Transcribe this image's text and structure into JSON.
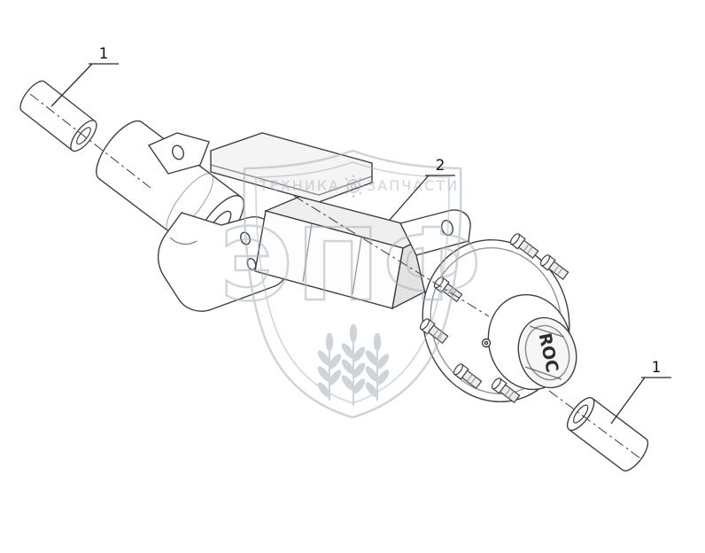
{
  "page": {
    "background_color": "#ffffff"
  },
  "watermark": {
    "brand": "ЭПФ",
    "tagline_left": "ТЕХНИКА",
    "tagline_right": "ЗАПЧАСТИ",
    "color": "#a6b3bf"
  },
  "diagram": {
    "line_color": "#3f3f3f",
    "hub_cap_text": "ROC",
    "callouts": [
      {
        "label": "1"
      },
      {
        "label": "2"
      },
      {
        "label": "1"
      }
    ]
  }
}
